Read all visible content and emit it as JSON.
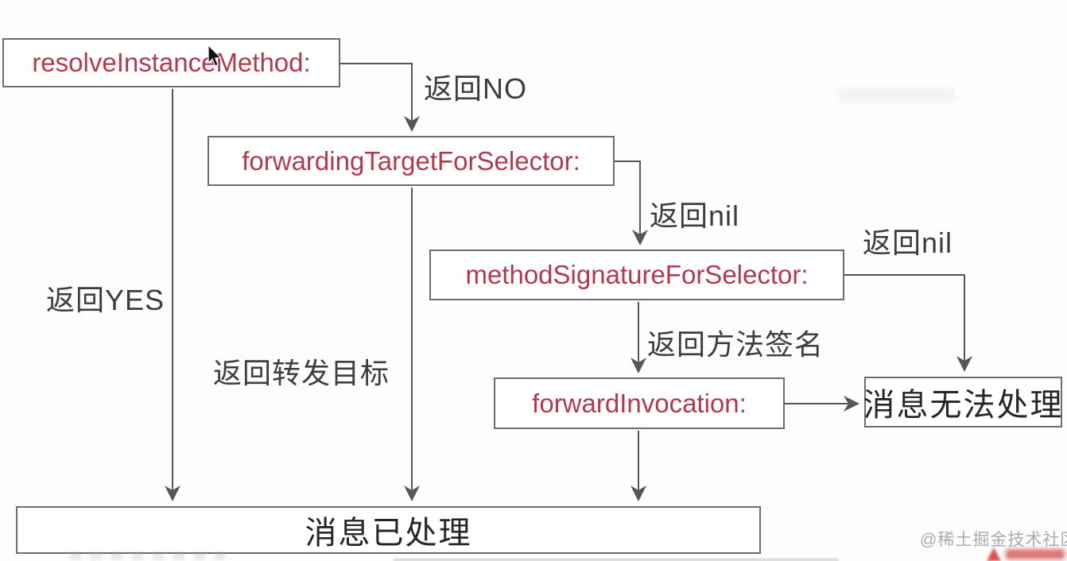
{
  "nodes": {
    "resolve": {
      "label": "resolveInstanceMethod:"
    },
    "forwarding_target": {
      "label": "forwardingTargetForSelector:"
    },
    "method_signature": {
      "label": "methodSignatureForSelector:"
    },
    "forward_invocation": {
      "label": "forwardInvocation:"
    },
    "message_unhandled": {
      "label": "消息无法处理"
    },
    "message_handled": {
      "label": "消息已处理"
    }
  },
  "edge_labels": {
    "return_no": "返回NO",
    "return_nil_to_signature": "返回nil",
    "return_nil_to_unhandled": "返回nil",
    "return_yes": "返回YES",
    "return_forward_target": "返回转发目标",
    "return_method_signature": "返回方法签名"
  },
  "watermark": {
    "community_handle": "@稀土掘金技术社区"
  },
  "colors": {
    "method_text": "#b13a4e",
    "box_border": "#6d6d6d",
    "connector": "#565656",
    "label_text": "#3d3d3d",
    "cn_node_text": "#262626",
    "watermark_gray": "#ababab",
    "logo_red": "#d43f3f",
    "background": "#fdfdfd"
  }
}
